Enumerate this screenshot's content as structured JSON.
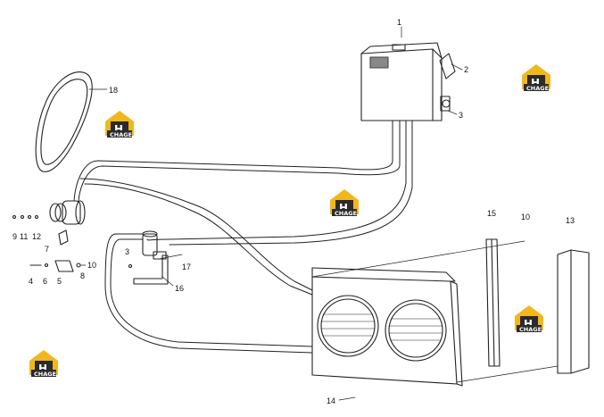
{
  "diagram": {
    "part_numbers": [
      "1",
      "2",
      "3",
      "18",
      "9",
      "11",
      "12",
      "7",
      "4",
      "6",
      "5",
      "8",
      "10",
      "3",
      "17",
      "16",
      "15",
      "10",
      "13",
      "14"
    ],
    "watermark": {
      "text": "CHAGE",
      "letter": "H",
      "accent_color": "#f2b71e",
      "dark_color": "#2b2b2b"
    }
  }
}
